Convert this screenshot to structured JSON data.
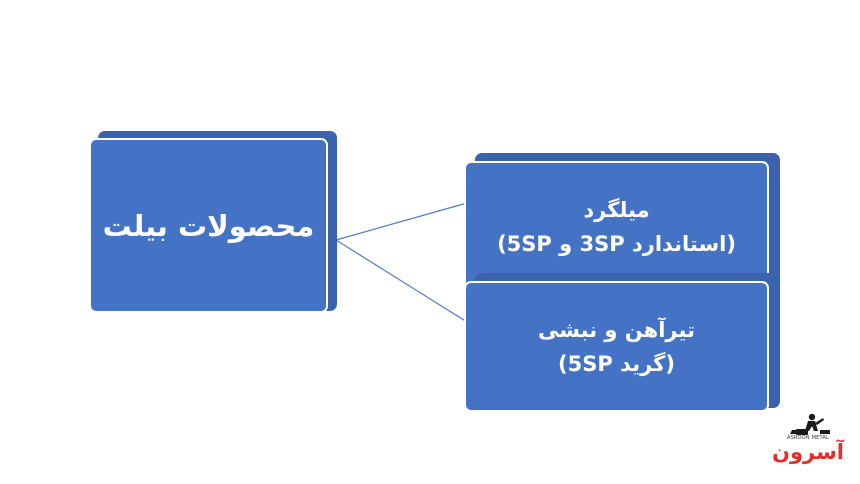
{
  "diagram": {
    "root": {
      "label": "محصولات بیلت"
    },
    "children": [
      {
        "line1": "میلگرد",
        "line2": "(استاندارد 3SP و 5SP)"
      },
      {
        "line1": "تیرآهن و نبشی",
        "line2": "(گرید 5SP)"
      }
    ]
  },
  "logo": {
    "name": "آسرون",
    "subtitle": "ASROON METAL"
  },
  "colors": {
    "node_fill": "#4472c4",
    "node_border": "#ffffff",
    "connector": "#4f7bc4",
    "logo_red": "#e0302b"
  }
}
